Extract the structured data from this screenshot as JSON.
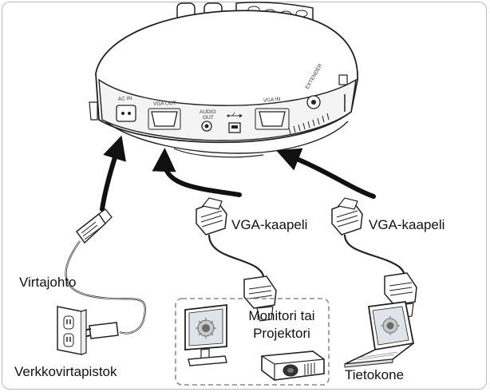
{
  "labels": {
    "power_cord": "Virtajohto",
    "wall_outlet": "Verkkovirtapistok",
    "vga_cable_left": "VGA-kaapeli",
    "vga_cable_right": "VGA-kaapeli",
    "monitor_projector_line1": "Monitori tai",
    "monitor_projector_line2": "Projektori",
    "computer": "Tietokone"
  },
  "ports": {
    "ac_in": "AC IN",
    "vga_out": "VGA OUT",
    "audio_out_line1": "AUDIO",
    "audio_out_line2": "OUT",
    "vga_in": "VGA IN",
    "extender": "EXTENDER"
  },
  "icons": [
    "usb-icon"
  ],
  "colors": {
    "frame": "#b9b9b9",
    "line": "#222222",
    "dashed_box": "#8a8a8a"
  }
}
